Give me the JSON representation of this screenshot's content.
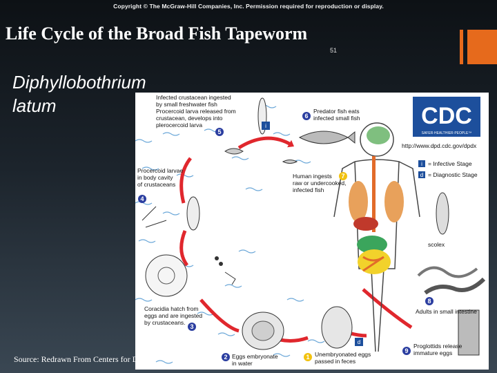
{
  "header": {
    "copyright": "Copyright © The McGraw-Hill Companies, Inc. Permission required for reproduction or display.",
    "title": "Life Cycle of the Broad Fish Tapeworm",
    "slide_number": "51",
    "accent_color": "#e66a1c"
  },
  "subtitle": {
    "line1": "Diphyllobothrium",
    "line2": "latum"
  },
  "source_text": "Source: Redrawn From Centers for D",
  "diagram": {
    "cdc_logo": "CDC",
    "cdc_tagline": "SAFER·HEALTHIER·PEOPLE™",
    "cdc_url": "http://www.dpd.cdc.gov/dpdx",
    "legend": {
      "infective": "= Infective Stage",
      "diagnostic": "= Diagnostic Stage",
      "infective_marker": "i",
      "diagnostic_marker": "d"
    },
    "steps": [
      {
        "num": "5",
        "lines": [
          "Infected crustacean ingested",
          "by small freshwater fish",
          "Procercoid larva released from",
          "crustacean, develops into",
          "plerocercoid larva"
        ]
      },
      {
        "num": "6",
        "lines": [
          "Predator fish eats",
          "infected small fish"
        ]
      },
      {
        "num": "7",
        "lines": [
          "Human ingests",
          "raw or undercooked,",
          "infected fish"
        ]
      },
      {
        "num": "4",
        "lines": [
          "Procercoid larvae",
          "in body cavity",
          "of crustaceans"
        ]
      },
      {
        "num": "3",
        "lines": [
          "Coracidia hatch from",
          "eggs and are ingested",
          "by crustaceans."
        ]
      },
      {
        "num": "2",
        "lines": [
          "Eggs embryonate",
          "in water"
        ]
      },
      {
        "num": "1",
        "lines": [
          "Unembryonated eggs",
          "passed in feces"
        ]
      },
      {
        "num": "8",
        "lines": [
          "Adults in small intestine"
        ]
      },
      {
        "num": "9",
        "lines": [
          "Proglottids release",
          "immature eggs"
        ]
      }
    ],
    "scolex_label": "scolex",
    "marker_i": "i",
    "marker_d": "d"
  }
}
